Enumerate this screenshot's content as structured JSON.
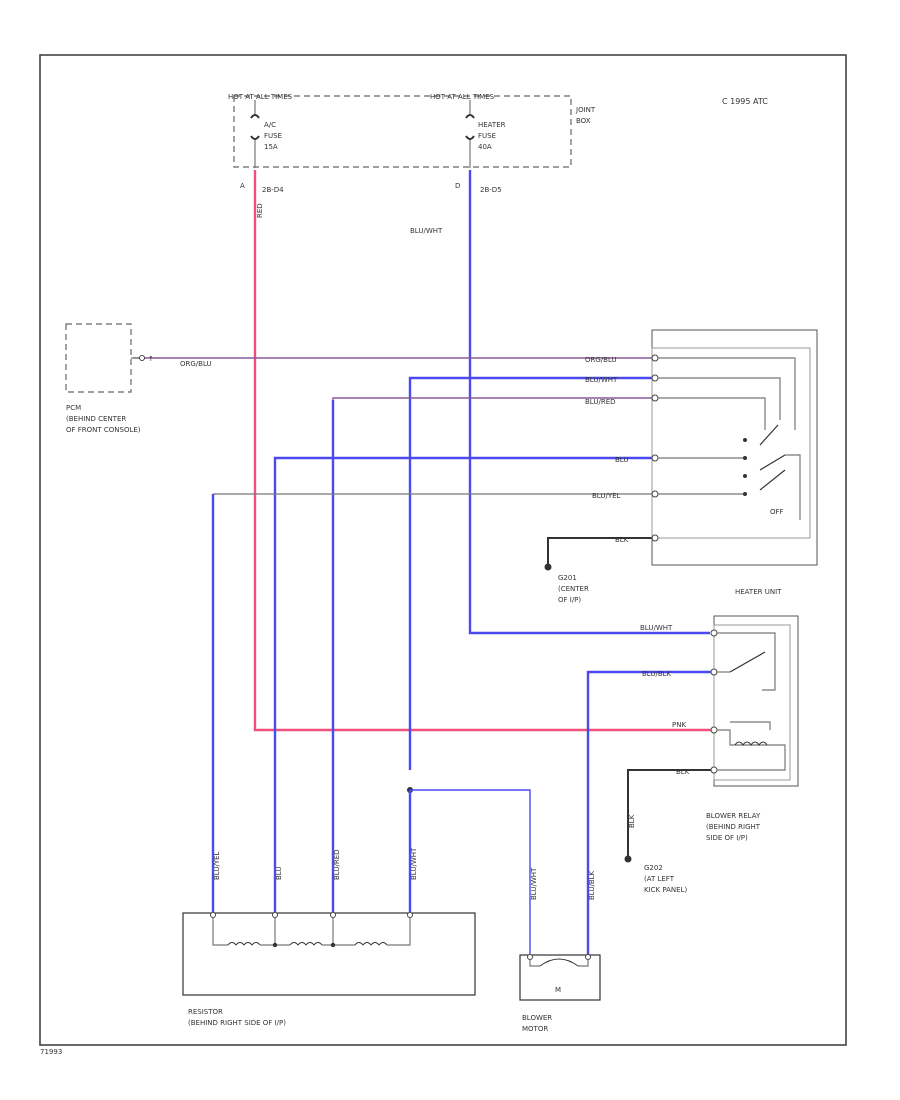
{
  "header": {
    "copyright": "C 1995 ATC",
    "fuse_box_left_label": "HOT AT ALL TIMES",
    "fuse_box_right_label": "HOT AT ALL TIMES",
    "joint_box_label": [
      "JOINT",
      "BOX"
    ]
  },
  "fuses": [
    {
      "lines": [
        "A/C",
        "FUSE",
        "15A"
      ],
      "connector": "A",
      "code": "2B-D4"
    },
    {
      "lines": [
        "HEATER",
        "FUSE",
        "40A"
      ],
      "connector": "D",
      "code": "2B-D5"
    }
  ],
  "wires": {
    "blu_wht": "BLU/WHT",
    "org_blu": "ORG/BLU",
    "blu_wht2": "BLU/WHT",
    "blu_red": "BLU/RED",
    "blu": "BLU",
    "blu_yel": "BLU/YEL",
    "blk": "BLK",
    "blu_wht3": "BLU/WHT",
    "blu_blk": "BLU/BLK",
    "pnk": "PNK",
    "blk2": "BLK",
    "blk3": "BLK",
    "red": "RED",
    "v_blu_yel": "BLU/YEL",
    "v_blu": "BLU",
    "v_blu_red": "BLU/RED",
    "v_blu_wht": "BLU/WHT",
    "v_blu_wht2": "BLU/WHT",
    "v_blu_blk": "BLU/BLK"
  },
  "components": {
    "pcm_label": [
      "PCM",
      "(BEHIND CENTER",
      "OF FRONT CONSOLE)"
    ],
    "heater_switch_off": "OFF",
    "heater_unit_label": "HEATER UNIT",
    "ground_center_label": [
      "G201",
      "(CENTER",
      "OF I/P)"
    ],
    "blower_relay_label": [
      "BLOWER RELAY",
      "(BEHIND RIGHT",
      "SIDE OF I/P)"
    ],
    "ground_kick_label": [
      "G202",
      "(AT LEFT",
      "KICK PANEL)"
    ],
    "resistor_label": [
      "RESISTOR",
      "(BEHIND RIGHT SIDE OF I/P)"
    ],
    "blower_motor_label": [
      "BLOWER",
      "MOTOR"
    ],
    "motor_symbol": "M",
    "figure_id": "71993"
  }
}
